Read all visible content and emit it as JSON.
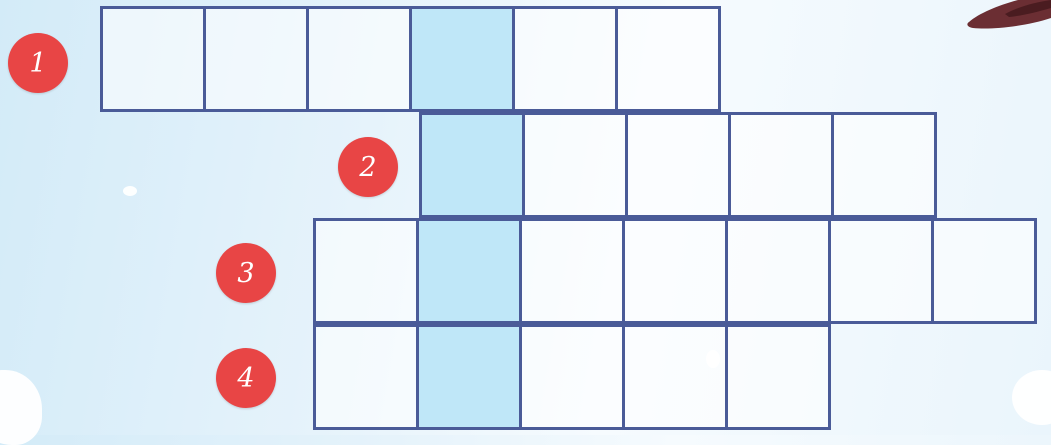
{
  "crossword": {
    "rows": [
      {
        "number": "1",
        "cells": [
          "",
          "",
          "",
          "",
          "",
          ""
        ],
        "key_index": 3
      },
      {
        "number": "2",
        "cells": [
          "",
          "",
          "",
          "",
          ""
        ],
        "key_index": 0
      },
      {
        "number": "3",
        "cells": [
          "",
          "",
          "",
          "",
          "",
          "",
          ""
        ],
        "key_index": 1
      },
      {
        "number": "4",
        "cells": [
          "",
          "",
          "",
          "",
          ""
        ],
        "key_index": 1
      }
    ],
    "colors": {
      "badge": "#e84545",
      "grid_line": "#4a5b98",
      "key_column": "#bfe7f8"
    }
  }
}
